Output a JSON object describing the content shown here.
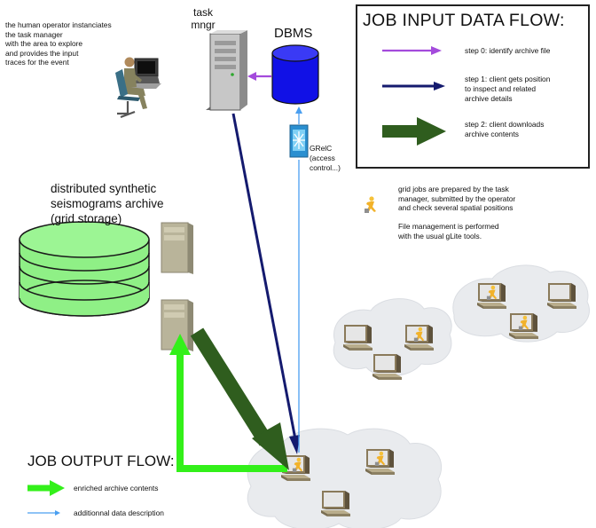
{
  "operator": {
    "description_lines": [
      "the human operator instanciates",
      "the task manager",
      "with the area to explore",
      "and provides the input",
      "traces for the event"
    ]
  },
  "task_manager": {
    "label_lines": [
      "task",
      "mngr"
    ]
  },
  "dbms": {
    "label": "DBMS"
  },
  "grelc": {
    "label_lines": [
      "GRelC",
      "(access",
      "control...)"
    ]
  },
  "archive": {
    "label_lines": [
      "distributed synthetic",
      "seismograms archive",
      "(grid storage)"
    ]
  },
  "input_legend": {
    "title": "JOB INPUT DATA FLOW:",
    "steps": [
      {
        "lines": [
          "step 0: identify archive file"
        ],
        "color": "#a44bdc"
      },
      {
        "lines": [
          "step 1: client gets position",
          "to inspect and related",
          "archive details"
        ],
        "color": "#141a6e"
      },
      {
        "lines": [
          "step 2: client downloads",
          "archive contents"
        ],
        "color": "#2f5d1e"
      }
    ]
  },
  "grid_notes": {
    "lines": [
      "grid jobs are prepared by the task",
      "manager, submitted by the operator",
      "and check several spatial positions",
      "",
      "File management is performed",
      "with the usual gLite tools."
    ]
  },
  "output_legend": {
    "title": "JOB OUTPUT FLOW:",
    "items": [
      {
        "label": "enriched archive contents",
        "color": "#33f01a"
      },
      {
        "label": "additionnal data description",
        "color": "#4a9ff0"
      }
    ]
  },
  "icons": [
    "operator-figure-icon",
    "server-tower-icon",
    "database-cylinder-icon",
    "router-icon",
    "grid-job-runner-icon",
    "workstation-icon",
    "cloud-icon"
  ]
}
